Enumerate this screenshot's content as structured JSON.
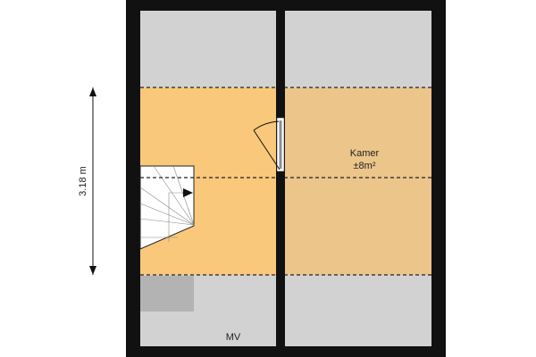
{
  "dimension": {
    "label": "3.18 m"
  },
  "rooms": [
    {
      "name": "Kamer",
      "area": "±8m²"
    },
    {
      "name": "MV"
    }
  ],
  "colors": {
    "wall": "#111111",
    "unusable_area": "#d2d2d2",
    "landing": "#f9c87b",
    "room": "#ecc58a",
    "storage_block": "#b3b3b3",
    "stairs": "#ffffff"
  }
}
